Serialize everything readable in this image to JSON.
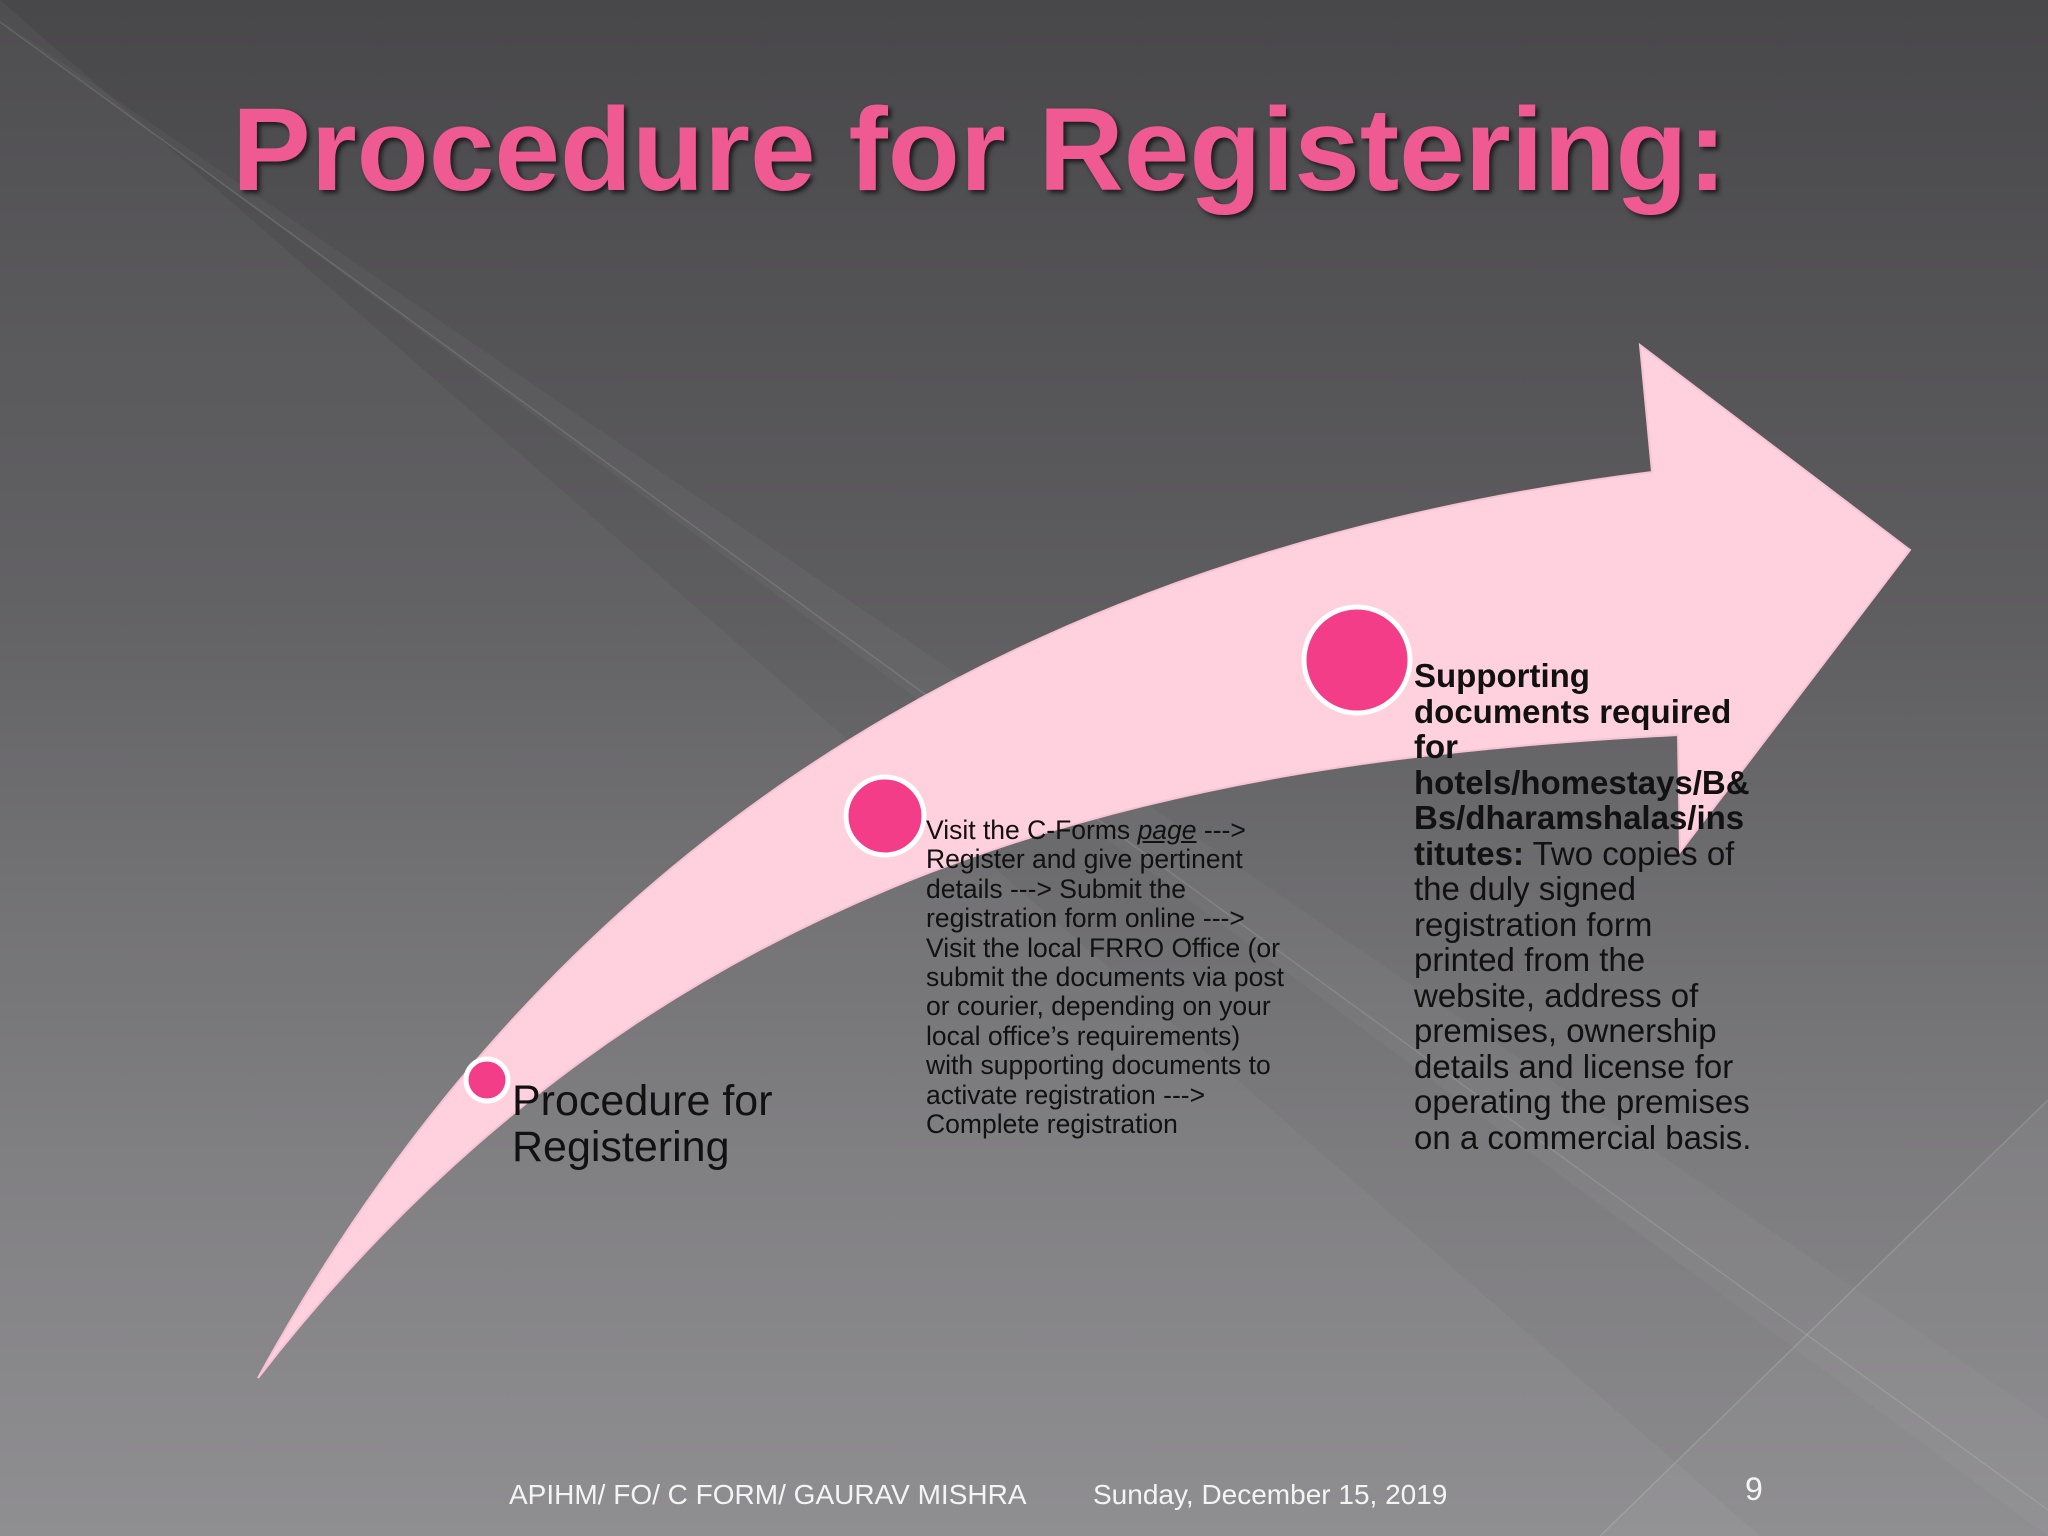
{
  "slide": {
    "title": "Procedure for Registering:",
    "colors": {
      "accent": "#f05a93",
      "arrow_fill": "#ffd1de",
      "dot_fill": "#f33d88",
      "dot_ring": "#ffffff"
    }
  },
  "diagram": {
    "steps": [
      {
        "label": "Procedure for Registering"
      },
      {
        "text_before_link": "Visit the C-Forms ",
        "link_text": "page",
        "text_after_link": " ---> Register and give pertinent details ---> Submit the registration form online ---> Visit the local FRRO Office (or submit the documents via post or courier, depending on your local office’s requirements) with supporting documents to activate registration ---> Complete registration"
      },
      {
        "bold_text": "Supporting documents required for hotels/homestays/B&Bs/dharamshalas/institutes:",
        "body_text": " Two copies of the duly signed registration form printed from the website, address of premises, ownership details and license for operating the premises on a commercial basis."
      }
    ]
  },
  "footer": {
    "left_text": "APIHM/ FO/ C FORM/ GAURAV MISHRA",
    "date": "Sunday, December 15, 2019",
    "page_number": "9"
  }
}
